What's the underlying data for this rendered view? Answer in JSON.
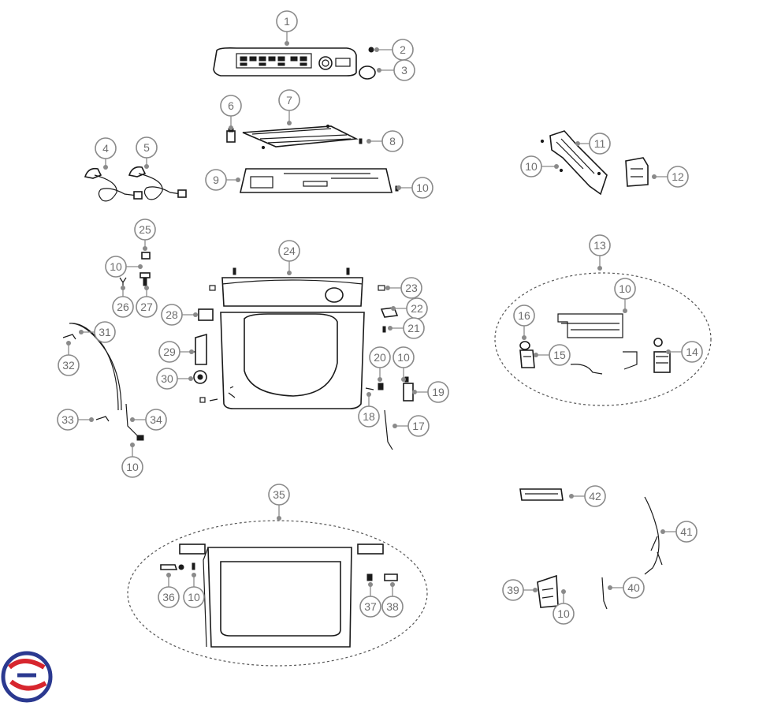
{
  "callouts": [
    {
      "label": "1"
    },
    {
      "label": "2"
    },
    {
      "label": "3"
    },
    {
      "label": "4"
    },
    {
      "label": "5"
    },
    {
      "label": "6"
    },
    {
      "label": "7"
    },
    {
      "label": "8"
    },
    {
      "label": "9"
    },
    {
      "label": "10"
    },
    {
      "label": "10"
    },
    {
      "label": "11"
    },
    {
      "label": "12"
    },
    {
      "label": "13"
    },
    {
      "label": "10"
    },
    {
      "label": "16"
    },
    {
      "label": "15"
    },
    {
      "label": "14"
    },
    {
      "label": "25"
    },
    {
      "label": "10"
    },
    {
      "label": "26"
    },
    {
      "label": "27"
    },
    {
      "label": "24"
    },
    {
      "label": "23"
    },
    {
      "label": "22"
    },
    {
      "label": "21"
    },
    {
      "label": "28"
    },
    {
      "label": "29"
    },
    {
      "label": "30"
    },
    {
      "label": "31"
    },
    {
      "label": "32"
    },
    {
      "label": "33"
    },
    {
      "label": "34"
    },
    {
      "label": "10"
    },
    {
      "label": "20"
    },
    {
      "label": "10"
    },
    {
      "label": "19"
    },
    {
      "label": "18"
    },
    {
      "label": "17"
    },
    {
      "label": "35"
    },
    {
      "label": "36"
    },
    {
      "label": "10"
    },
    {
      "label": "37"
    },
    {
      "label": "38"
    },
    {
      "label": "42"
    },
    {
      "label": "41"
    },
    {
      "label": "39"
    },
    {
      "label": "10"
    },
    {
      "label": "40"
    }
  ],
  "colors": {
    "callout": "#8a8a8a",
    "line_art": "#1a1a1a",
    "logo_red": "#d7262e",
    "logo_blue": "#2b3990"
  }
}
